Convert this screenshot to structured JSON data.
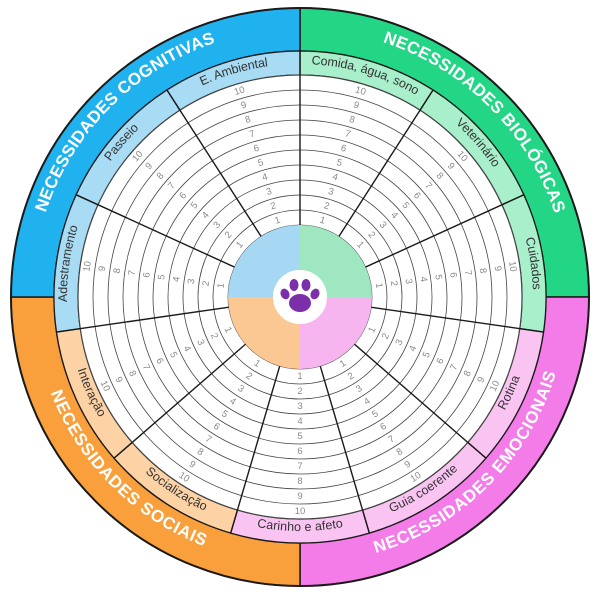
{
  "quadrants": [
    {
      "key": "bio",
      "title": "NECESSIDADES BIOLÓGICAS",
      "outer": "#22d685",
      "label": "#a8efcb",
      "inner": "#9ee7c0"
    },
    {
      "key": "emo",
      "title": "NECESSIDADES EMOCIONAIS",
      "outer": "#f47ce9",
      "label": "#f9c4f2",
      "inner": "#f7b5f0"
    },
    {
      "key": "soc",
      "title": "NECESSIDADES SOCIAIS",
      "outer": "#f9a03c",
      "label": "#fdd3a5",
      "inner": "#fbc793"
    },
    {
      "key": "cog",
      "title": "NECESSIDADES COGNITIVAS",
      "outer": "#1fb2ee",
      "label": "#a8dbf4",
      "inner": "#a6d8f3"
    }
  ],
  "segments": [
    {
      "label": "Comida, água, sono",
      "quadrant": "bio"
    },
    {
      "label": "Veterinário",
      "quadrant": "bio"
    },
    {
      "label": "Cuidados",
      "quadrant": "bio"
    },
    {
      "label": "Rotina",
      "quadrant": "emo"
    },
    {
      "label": "Guia coerente",
      "quadrant": "emo"
    },
    {
      "label": "Carinho e afeto",
      "quadrant": "emo"
    },
    {
      "label": "Socialização",
      "quadrant": "soc"
    },
    {
      "label": "Interação",
      "quadrant": "soc"
    },
    {
      "label": "Adestramento",
      "quadrant": "cog"
    },
    {
      "label": "Passeio",
      "quadrant": "cog"
    },
    {
      "label": "E. Ambiental",
      "quadrant": "cog"
    }
  ],
  "scale": [
    "1",
    "2",
    "3",
    "4",
    "5",
    "6",
    "7",
    "8",
    "9",
    "10"
  ],
  "center_icon": "paw-print-icon",
  "colors": {
    "ring_line": "#444444",
    "paw": "#7b2fa8",
    "outline": "#1a1a1a"
  }
}
